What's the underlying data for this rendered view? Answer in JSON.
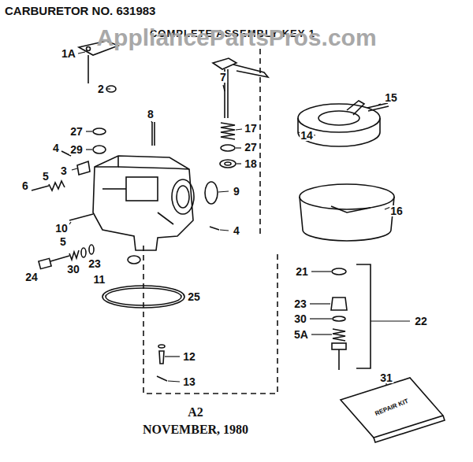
{
  "diagram": {
    "title": "CARBURETOR NO. 631983",
    "labels": [
      "COMPLETE ASSEMBLY KEY 1",
      "AppliancePartsPros.com",
      "1A",
      "2",
      "7",
      "8",
      "17",
      "27",
      "18",
      "27",
      "29",
      "4",
      "3",
      "5",
      "6",
      "10",
      "9",
      "4",
      "5",
      "30",
      "23",
      "24",
      "11",
      "25",
      "12",
      "13",
      "15",
      "14",
      "16",
      "21",
      "23",
      "30",
      "5A",
      "22",
      "31",
      "A2",
      "NOVEMBER, 1980",
      "REPAIR KIT"
    ]
  }
}
